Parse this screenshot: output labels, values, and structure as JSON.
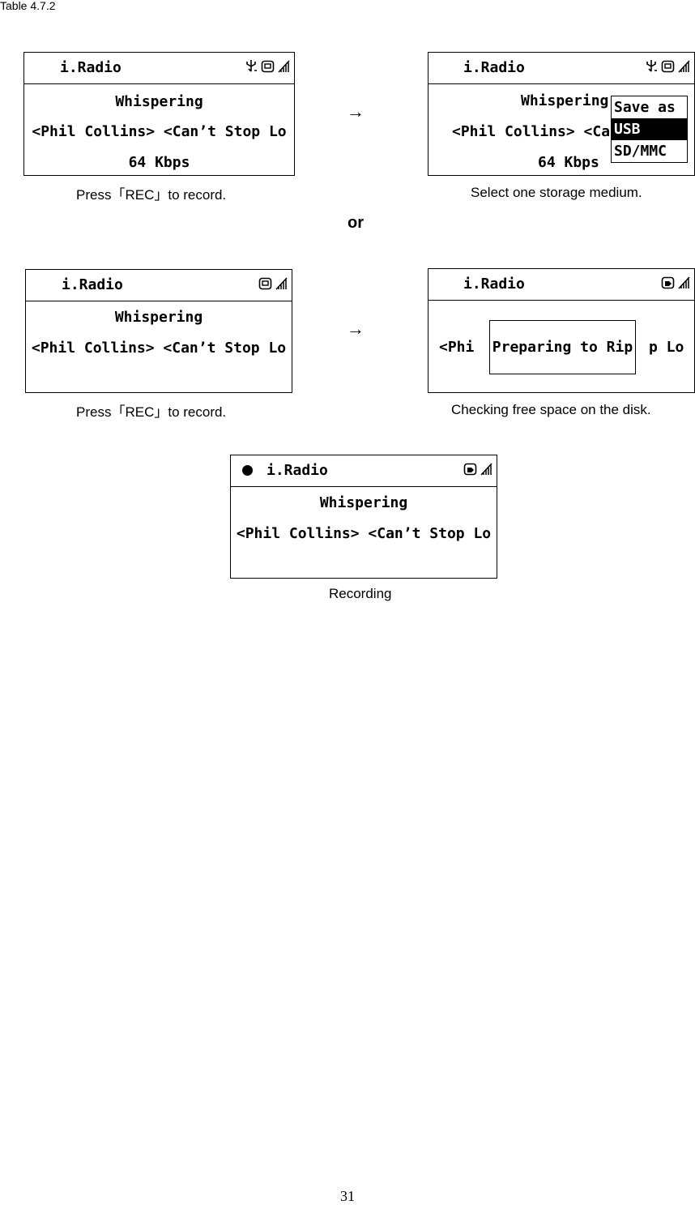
{
  "table_label": "Table 4.7.2",
  "arrow": "→",
  "or_label": "or",
  "screens": {
    "s1": {
      "title": "i.Radio",
      "line1": "Whispering",
      "line2": "<Phil Collins> <Can’t Stop Lo",
      "line3": "64 Kbps",
      "icons": [
        "usb-icon",
        "disk-icon",
        "signal-icon"
      ]
    },
    "s2": {
      "title": "i.Radio",
      "line1": "Whispering",
      "line2": "<Phil Collins> <Ca",
      "line3": "64 Kbps",
      "menu": [
        "Save as",
        "USB",
        "SD/MMC"
      ],
      "selected": "USB",
      "icons": [
        "usb-icon",
        "disk-icon",
        "signal-icon"
      ]
    },
    "s3": {
      "title": "i.Radio",
      "line1": "Whispering",
      "line2": "<Phil Collins> <Can’t Stop Lo",
      "icons": [
        "disk-icon",
        "signal-icon"
      ]
    },
    "s4": {
      "title": "i.Radio",
      "line_left": "<Phi",
      "popup": "Preparing to Rip",
      "line_right": "p Lo",
      "icons": [
        "record-disk-icon",
        "signal-icon"
      ]
    },
    "s5": {
      "title": "i.Radio",
      "line1": "Whispering",
      "line2": "<Phil Collins> <Can’t Stop Lo",
      "icons": [
        "record-disk-icon",
        "signal-icon"
      ]
    }
  },
  "captions": {
    "c1": "Press「REC」to record.",
    "c2": "Select one storage medium.",
    "c3": "Press「REC」to record.",
    "c4": "Checking free space on the disk.",
    "c5": "Recording"
  },
  "page_number": "31"
}
